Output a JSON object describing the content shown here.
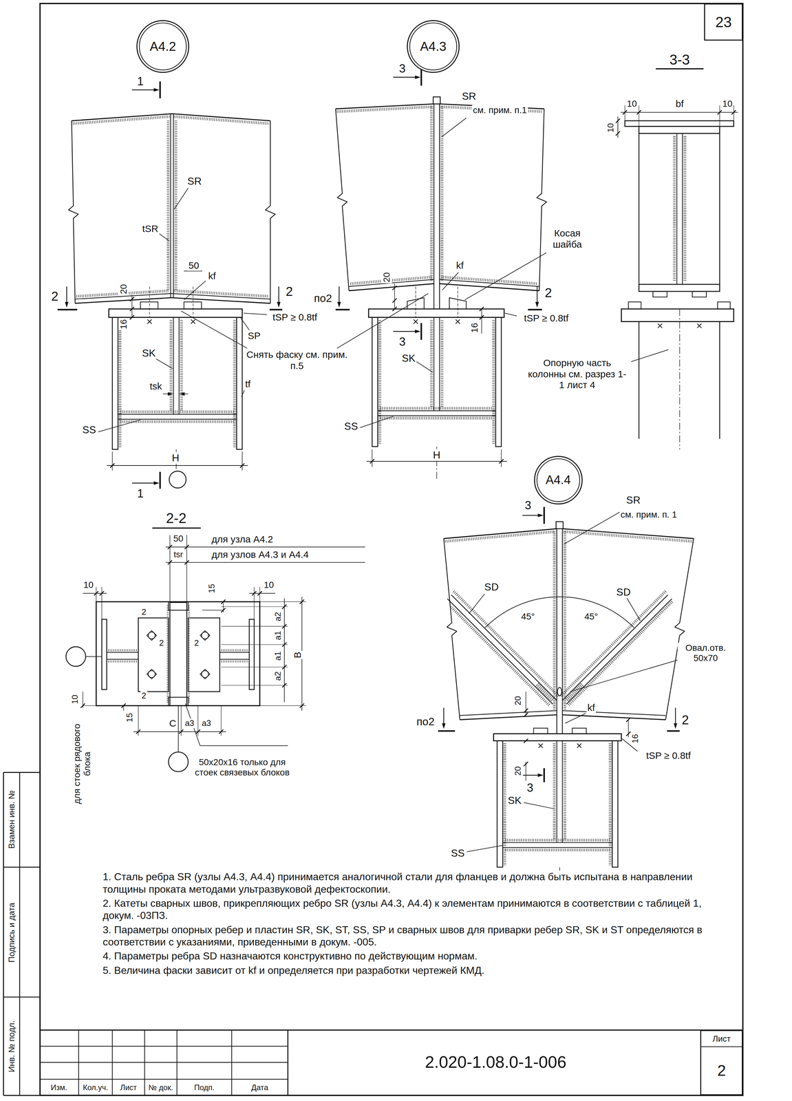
{
  "diagram": {
    "nodes": [
      {
        "text": [
          "А4.2"
        ]
      },
      {
        "text": [
          "А4.3"
        ]
      },
      {
        "text": [
          "23"
        ]
      },
      {
        "text": [
          "А4.4"
        ]
      },
      {
        "text": [
          "Лист",
          "2"
        ]
      }
    ],
    "labels": [
      "3-3",
      "1",
      "SR",
      "tSR",
      "50",
      "kf",
      "20",
      "2",
      "2",
      "16",
      "tSP ≥ 0.8tf",
      "SP",
      "Снять фаску см. прим. п.5",
      "SK",
      "tsk",
      "tf",
      "SS",
      "H",
      "1",
      "3",
      "SR",
      "см. прим. п.1",
      "Косая шайба",
      "kf",
      "20",
      "по2",
      "2",
      "tSP ≥ 0.8tf",
      "16",
      "3",
      "SK",
      "SS",
      "H",
      "10",
      "bf",
      "10",
      "10",
      "Опорную часть колонны см. разрез 1-1 лист 4",
      "2-2",
      "50",
      "для узла А4.2",
      "tsr",
      "для узлов А4.3 и А4.4",
      "10",
      "15",
      "10",
      "2",
      "2",
      "2",
      "2",
      "a2",
      "a1",
      "a1",
      "a2",
      "B",
      "10",
      "15",
      "C",
      "a3",
      "a3",
      "50х20х16 только для стоек связевых блоков",
      "для стоек рядового блока",
      "3",
      "SR",
      "см. прим. п. 1",
      "SD",
      "SD",
      "45°",
      "45°",
      "Овал.отв. 50х70",
      "20",
      "kf",
      "16",
      "по2",
      "2",
      "tSP ≥ 0.8tf",
      "20",
      "3",
      "SK",
      "SS",
      "1. Сталь ребра SR (узлы А4.3, А4.4) принимается аналогичной стали для фланцев и должна быть испытана в направлении толщины проката методами ультразвуковой дефектоскопии.",
      "2. Катеты сварных швов, прикрепляющих ребро SR (узлы А4.3, А4.4) к элементам принимаются в соответствии с таблицей 1, докум. -03ПЗ.",
      "3. Параметры опорных ребер и пластин SR, SK, ST, SS, SP и сварных швов для приварки ребер SR, SK и ST определяются в соответствии с указаниями, приведенными в докум. -005.",
      "4. Параметры ребра SD назначаются конструктивно по действующим нормам.",
      "5. Величина фаски зависит от kf и определяется при разработки чертежей КМД.",
      "Инв. № подл.",
      "Подпись и дата",
      "Взамен инв. №",
      "Изм.",
      "Кол.уч.",
      "Лист",
      "№ док.",
      "Подп.",
      "Дата",
      "2.020-1.08.0-1-006"
    ]
  }
}
